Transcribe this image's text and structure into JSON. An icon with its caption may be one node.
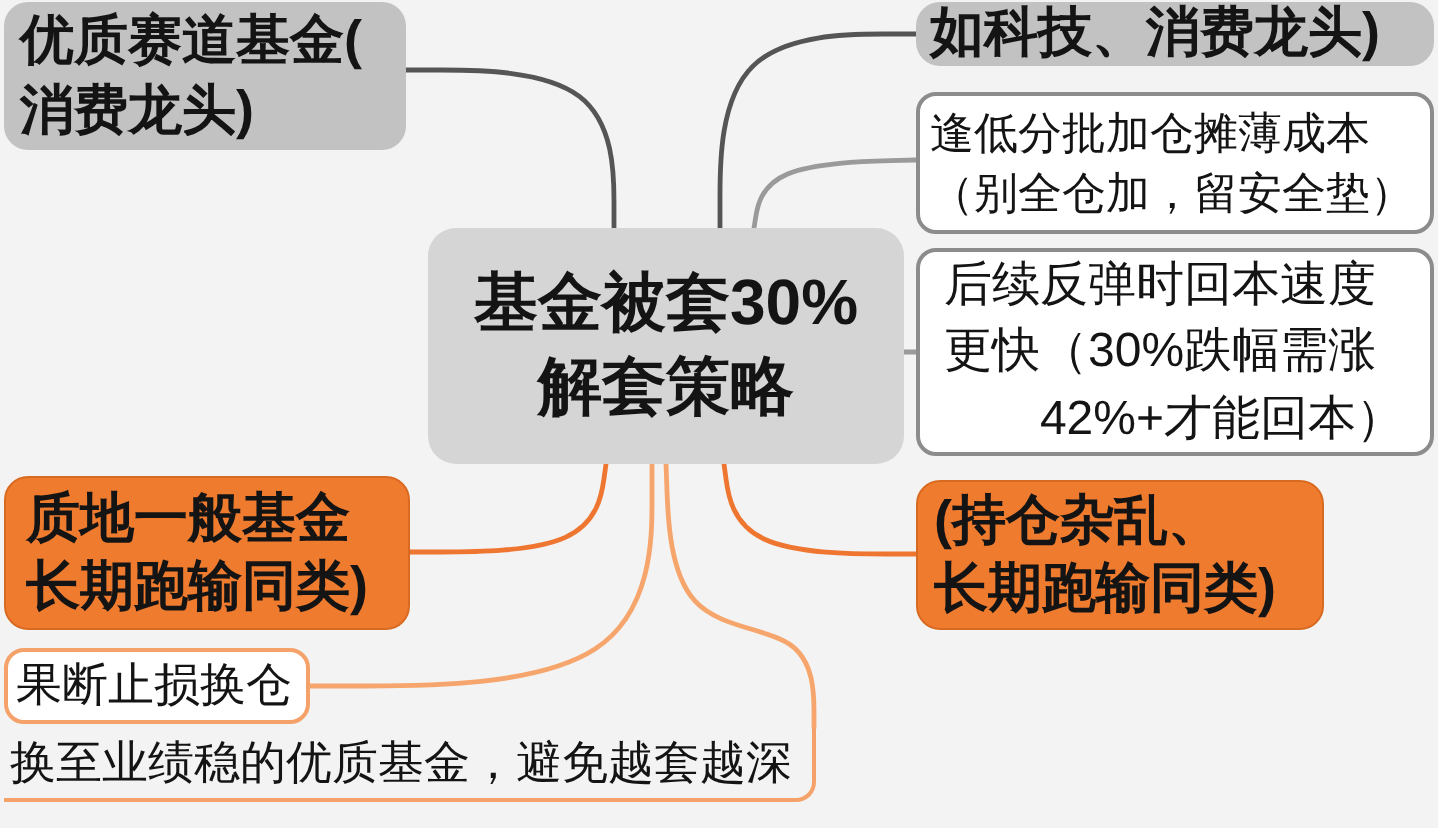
{
  "diagram": {
    "nodes": [
      {
        "text": [
          "基金被套30%解套策略"
        ]
      },
      {
        "text": [
          "优质赛道基金(消费龙头)"
        ]
      },
      {
        "text": [
          "如科技、消费龙头)"
        ]
      },
      {
        "text": [
          "逢低分批加仓摊薄成本（别全仓加，留安全垫）"
        ]
      },
      {
        "text": [
          "后续反弹时回本速度更快（30%跌幅需涨42%+才能回本）"
        ]
      },
      {
        "text": [
          "(持仓杂乱、长期跑输同类)"
        ]
      },
      {
        "text": [
          "质地一般基金长期跑输同类)"
        ]
      },
      {
        "text": [
          "果断止损换仓"
        ]
      },
      {
        "text": [
          "换至业绩稳的优质基金，避免越套越深"
        ]
      }
    ],
    "edges": [
      {
        "from": 0,
        "to": 1,
        "arrow": "none",
        "color": "#555555"
      },
      {
        "from": 0,
        "to": 2,
        "arrow": "none",
        "color": "#555555"
      },
      {
        "from": 0,
        "to": 3,
        "arrow": "none",
        "color": "#9a9a9a"
      },
      {
        "from": 0,
        "to": 4,
        "arrow": "none",
        "color": "#9a9a9a"
      },
      {
        "from": 0,
        "to": 5,
        "arrow": "none",
        "color": "#ee7631"
      },
      {
        "from": 0,
        "to": 6,
        "arrow": "none",
        "color": "#ee7631"
      },
      {
        "from": 0,
        "to": 7,
        "arrow": "none",
        "color": "#f6a66c"
      },
      {
        "from": 0,
        "to": 8,
        "arrow": "none",
        "color": "#f6a66c"
      }
    ]
  }
}
